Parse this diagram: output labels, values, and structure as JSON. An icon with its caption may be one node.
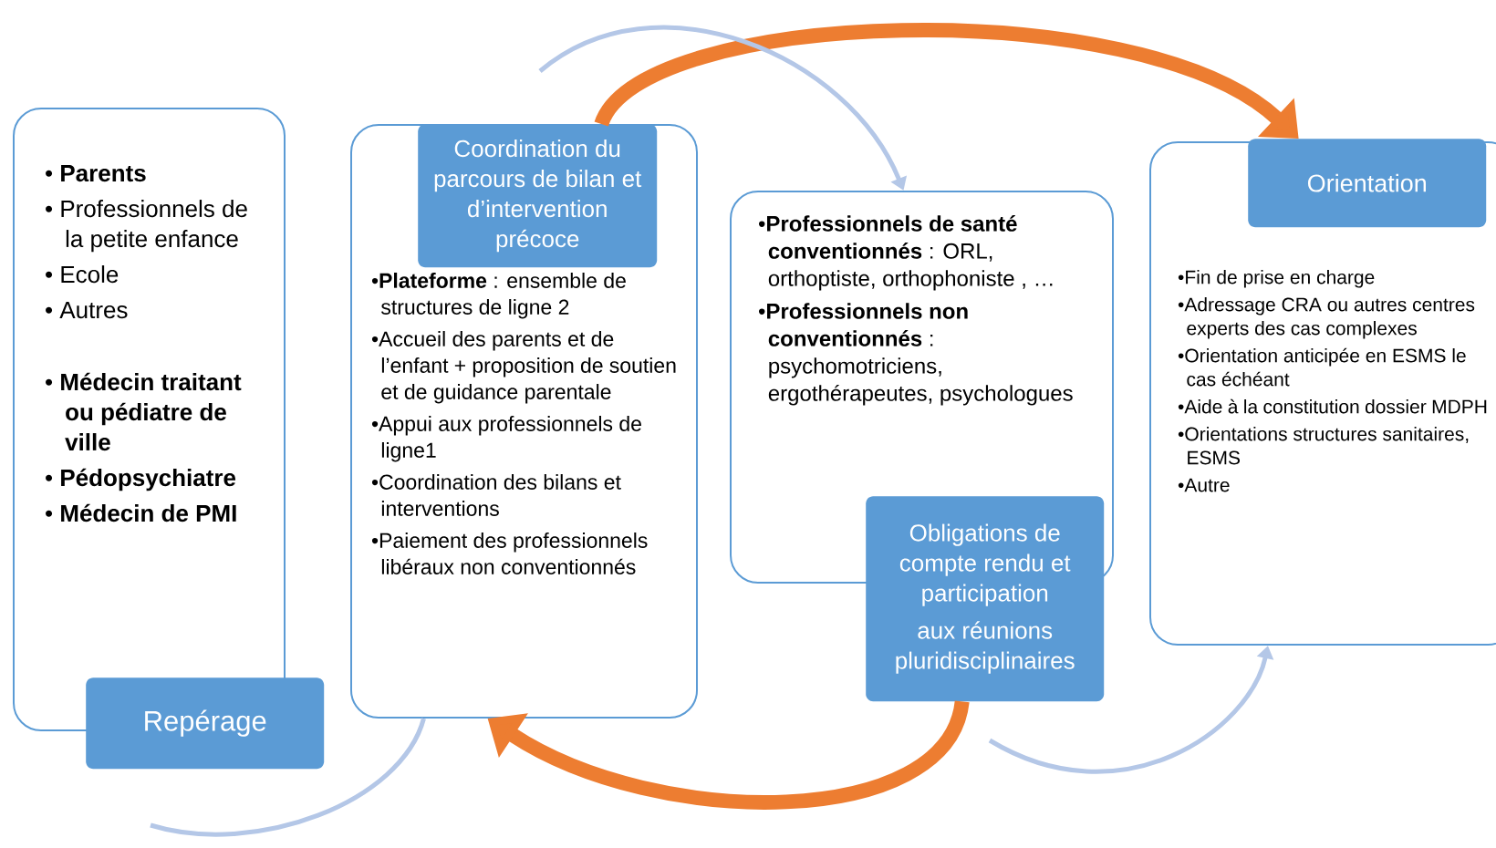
{
  "diagram": {
    "nodes": [
      {
        "text": [
          "• **Parents**",
          "• Professionnels de la petite enfance",
          "• Ecole",
          "• Autres",
          "• **Médecin traitant ou pédiatre de ville**",
          "• **Pédopsychiatre**",
          "• **Médecin de PMI**"
        ]
      },
      {
        "text": [
          "Repérage"
        ]
      },
      {
        "text": [
          "•**Plateforme** : ensemble de structures de ligne 2",
          "•Accueil des parents et de l’enfant + proposition de soutien et de guidance parentale",
          "•Appui aux professionnels de ligne1",
          "•Coordination des bilans et interventions",
          "•Paiement des professionnels libéraux non conventionnés"
        ]
      },
      {
        "text": [
          "Coordination du parcours de bilan et d’intervention précoce"
        ],
        "in": 2
      },
      {
        "text": [
          "•**Professionnels de santé conventionnés** : ORL, orthoptiste, orthophoniste , …",
          "•**Professionnels non conventionnés** : psychomotriciens, ergothérapeutes, psychologues"
        ]
      },
      {
        "text": [
          "Obligations de compte rendu et participation",
          "aux réunions pluridisciplinaires"
        ]
      },
      {
        "text": [
          "•Fin de prise en charge",
          "•Adressage CRA ou autres centres experts des cas complexes",
          "•Orientation anticipée en ESMS le cas échéant",
          "•Aide à la constitution dossier MDPH",
          "•Orientations structures sanitaires, ESMS",
          "•Autre"
        ]
      },
      {
        "text": [
          "Orientation"
        ],
        "in": 6
      }
    ],
    "edges": [
      {
        "from": 3,
        "to": 7,
        "arrow": "to",
        "style": "thick",
        "color": "#ed7d31"
      },
      {
        "from": 5,
        "to": 2,
        "arrow": "to",
        "style": "thick",
        "color": "#ed7d31"
      },
      {
        "from": null,
        "to": 4,
        "arrow": "to"
      },
      {
        "from": 2,
        "to": null,
        "arrow": "none"
      },
      {
        "from": null,
        "to": 6,
        "arrow": "to"
      }
    ]
  }
}
